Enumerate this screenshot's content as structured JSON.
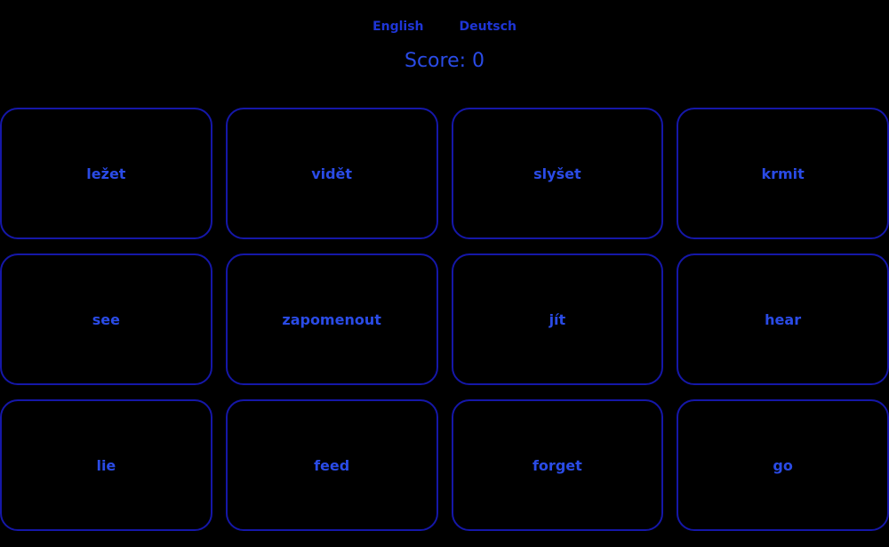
{
  "colors": {
    "background": "#000000",
    "link_blue": "#1e35d6",
    "text_blue": "#2a4be6",
    "card_border_blue": "#1517a8"
  },
  "nav": {
    "items": [
      {
        "label": "English"
      },
      {
        "label": "Deutsch"
      }
    ]
  },
  "score": {
    "text": "Score: 0"
  },
  "board": {
    "cards": [
      {
        "label": "ležet"
      },
      {
        "label": "vidět"
      },
      {
        "label": "slyšet"
      },
      {
        "label": "krmit"
      },
      {
        "label": "see"
      },
      {
        "label": "zapomenout"
      },
      {
        "label": "jít"
      },
      {
        "label": "hear"
      },
      {
        "label": "lie"
      },
      {
        "label": "feed"
      },
      {
        "label": "forget"
      },
      {
        "label": "go"
      }
    ]
  }
}
